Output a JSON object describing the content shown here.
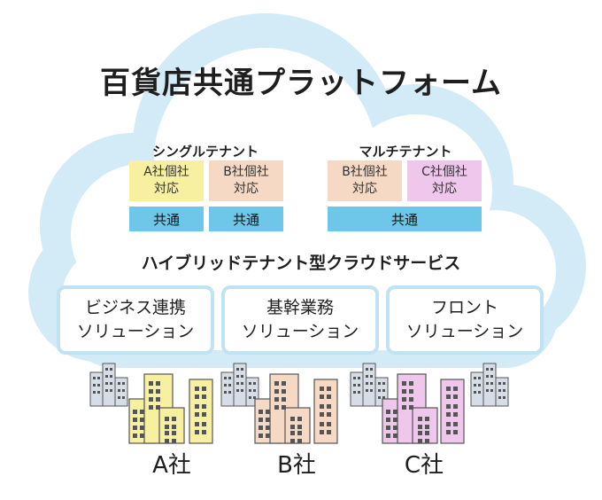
{
  "title": "百貨店共通プラットフォーム",
  "single_tenant": {
    "label": "シングルテナント",
    "boxes": [
      "A社個社\n対応",
      "B社個社\n対応"
    ],
    "common": [
      "共通",
      "共通"
    ]
  },
  "multi_tenant": {
    "label": "マルチテナント",
    "boxes": [
      "B社個社\n対応",
      "C社個社\n対応"
    ],
    "common": "共通"
  },
  "hybrid_label": "ハイブリッドテナント型クラウドサービス",
  "solutions": [
    "ビジネス連携\nソリューション",
    "基幹業務\nソリューション",
    "フロント\nソリューション"
  ],
  "companies": [
    "A社",
    "B社",
    "C社"
  ],
  "colors": {
    "cloud": "#d3ebf7",
    "common": "#6ec6e8",
    "solution_border": "#bfe3f2",
    "company_a": "#f7f0a0",
    "company_b": "#f6d9c4",
    "company_c": "#efc6ec",
    "small_building": "#d7dde6"
  }
}
